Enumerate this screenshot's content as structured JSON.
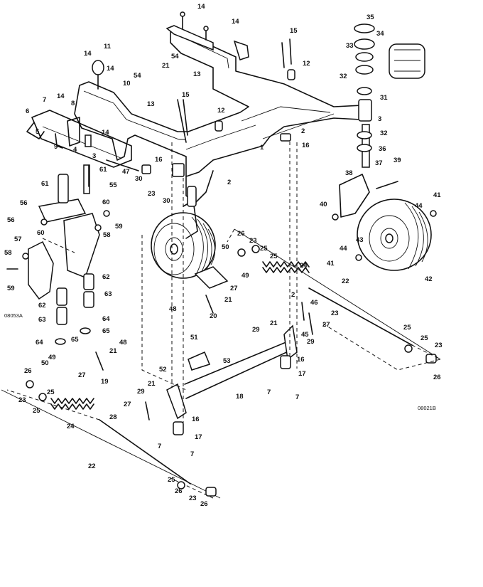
{
  "diagram": {
    "image_codes": [
      "08053A",
      "08021B"
    ],
    "callouts": [
      {
        "text": "14"
      },
      {
        "text": "14"
      },
      {
        "text": "15"
      },
      {
        "text": "11"
      },
      {
        "text": "14"
      },
      {
        "text": "14"
      },
      {
        "text": "35"
      },
      {
        "text": "34"
      },
      {
        "text": "33"
      },
      {
        "text": "12"
      },
      {
        "text": "21"
      },
      {
        "text": "54"
      },
      {
        "text": "13"
      },
      {
        "text": "54"
      },
      {
        "text": "10"
      },
      {
        "text": "13"
      },
      {
        "text": "32"
      },
      {
        "text": "31"
      },
      {
        "text": "7"
      },
      {
        "text": "14"
      },
      {
        "text": "8"
      },
      {
        "text": "15"
      },
      {
        "text": "12"
      },
      {
        "text": "6"
      },
      {
        "text": "5"
      },
      {
        "text": "14"
      },
      {
        "text": "9"
      },
      {
        "text": "4"
      },
      {
        "text": "3"
      },
      {
        "text": "2"
      },
      {
        "text": "1"
      },
      {
        "text": "16"
      },
      {
        "text": "3"
      },
      {
        "text": "32"
      },
      {
        "text": "36"
      },
      {
        "text": "37"
      },
      {
        "text": "16"
      },
      {
        "text": "47"
      },
      {
        "text": "61"
      },
      {
        "text": "30"
      },
      {
        "text": "2"
      },
      {
        "text": "38"
      },
      {
        "text": "39"
      },
      {
        "text": "23"
      },
      {
        "text": "55"
      },
      {
        "text": "30"
      },
      {
        "text": "61"
      },
      {
        "text": "56"
      },
      {
        "text": "60"
      },
      {
        "text": "40"
      },
      {
        "text": "41"
      },
      {
        "text": "44"
      },
      {
        "text": "56"
      },
      {
        "text": "60"
      },
      {
        "text": "58"
      },
      {
        "text": "59"
      },
      {
        "text": "57"
      },
      {
        "text": "26"
      },
      {
        "text": "23"
      },
      {
        "text": "50"
      },
      {
        "text": "25"
      },
      {
        "text": "25"
      },
      {
        "text": "43"
      },
      {
        "text": "44"
      },
      {
        "text": "58"
      },
      {
        "text": "41"
      },
      {
        "text": "42"
      },
      {
        "text": "62"
      },
      {
        "text": "49"
      },
      {
        "text": "24"
      },
      {
        "text": "59"
      },
      {
        "text": "27"
      },
      {
        "text": "22"
      },
      {
        "text": "63"
      },
      {
        "text": "21"
      },
      {
        "text": "62"
      },
      {
        "text": "48"
      },
      {
        "text": "2"
      },
      {
        "text": "46"
      },
      {
        "text": "20"
      },
      {
        "text": "23"
      },
      {
        "text": "63"
      },
      {
        "text": "64"
      },
      {
        "text": "21"
      },
      {
        "text": "45"
      },
      {
        "text": "27"
      },
      {
        "text": "29"
      },
      {
        "text": "29"
      },
      {
        "text": "65"
      },
      {
        "text": "64"
      },
      {
        "text": "65"
      },
      {
        "text": "48"
      },
      {
        "text": "25"
      },
      {
        "text": "25"
      },
      {
        "text": "23"
      },
      {
        "text": "51"
      },
      {
        "text": "49"
      },
      {
        "text": "21"
      },
      {
        "text": "16"
      },
      {
        "text": "53"
      },
      {
        "text": "50"
      },
      {
        "text": "27"
      },
      {
        "text": "19"
      },
      {
        "text": "26"
      },
      {
        "text": "17"
      },
      {
        "text": "52"
      },
      {
        "text": "26"
      },
      {
        "text": "21"
      },
      {
        "text": "7"
      },
      {
        "text": "7"
      },
      {
        "text": "23"
      },
      {
        "text": "25"
      },
      {
        "text": "18"
      },
      {
        "text": "29"
      },
      {
        "text": "25"
      },
      {
        "text": "27"
      },
      {
        "text": "24"
      },
      {
        "text": "28"
      },
      {
        "text": "16"
      },
      {
        "text": "17"
      },
      {
        "text": "7"
      },
      {
        "text": "7"
      },
      {
        "text": "22"
      },
      {
        "text": "25"
      },
      {
        "text": "26"
      },
      {
        "text": "23"
      },
      {
        "text": "26"
      }
    ]
  }
}
